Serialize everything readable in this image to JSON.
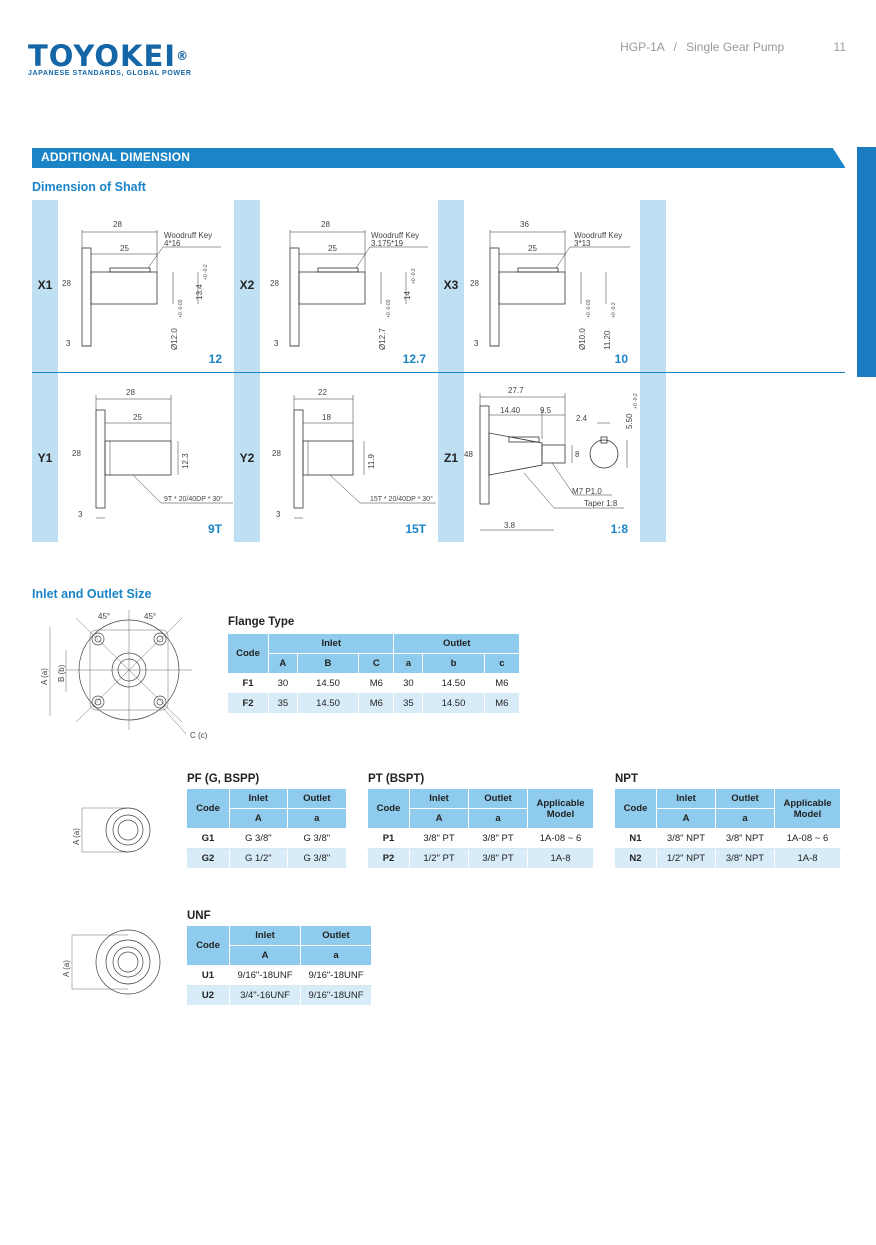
{
  "header": {
    "logo_text": "TOYOKEI",
    "logo_reg": "®",
    "logo_tagline": "JAPANESE STANDARDS, GLOBAL POWER",
    "model": "HGP-1A",
    "separator": "/",
    "product": "Single Gear Pump",
    "page_number": "11"
  },
  "section_title": "ADDITIONAL DIMENSION",
  "shaft": {
    "heading": "Dimension of Shaft",
    "cells": [
      {
        "code": "X1",
        "size": "12",
        "len": "28",
        "key_len": "25",
        "key_label": "Woodruff Key",
        "key_spec": "4*16",
        "dia": "28",
        "edge": "3",
        "dim1": "Ø12.0",
        "tol1": "+0 -0.02",
        "dim2": "13.4",
        "tol2": "+0 -0.2"
      },
      {
        "code": "X2",
        "size": "12.7",
        "len": "28",
        "key_len": "25",
        "key_label": "Woodruff Key",
        "key_spec": "3.175*19",
        "dia": "28",
        "edge": "3",
        "dim1": "Ø12.7",
        "tol1": "+0 -0.02",
        "dim2": "14",
        "tol2": "+0 -0.2"
      },
      {
        "code": "X3",
        "size": "10",
        "len": "36",
        "key_len": "25",
        "key_label": "Woodruff Key",
        "key_spec": "3*13",
        "dia": "28",
        "edge": "3",
        "dim1": "Ø10.0",
        "tol1": "+0 -0.02",
        "dim2": "11.20",
        "tol2": "+0 -0.2"
      },
      {
        "code": "Y1",
        "size": "9T",
        "len": "28",
        "key_len": "25",
        "dia": "28",
        "edge": "3",
        "dim2": "12.3",
        "spline": "9T * 20/40DP * 30°"
      },
      {
        "code": "Y2",
        "size": "15T",
        "len": "22",
        "key_len": "18",
        "dia": "28",
        "edge": "3",
        "dim2": "11.9",
        "spline": "15T * 20/40DP * 30°"
      },
      {
        "code": "Z1",
        "size": "1:8",
        "len": "27.7",
        "seg1": "14.40",
        "seg2": "9.5",
        "dia": "48",
        "edge": "3.8",
        "dim_8": "8",
        "key_w": "2.4",
        "key_h": "5.50",
        "tol_h": "+0 -0.2",
        "thread": "M7 P1.0",
        "taper": "Taper 1:8"
      }
    ]
  },
  "inlet_outlet": {
    "heading": "Inlet and Outlet Size",
    "flange_drawing": {
      "angle1": "45°",
      "angle2": "45°",
      "dim_a": "A (a)",
      "dim_b": "B (b)",
      "dim_c": "C (c)"
    },
    "round_drawing": {
      "dim_a": "A (a)"
    },
    "flange": {
      "title": "Flange Type",
      "head_code": "Code",
      "head_inlet": "Inlet",
      "head_outlet": "Outlet",
      "sub": [
        "A",
        "B",
        "C",
        "a",
        "b",
        "c"
      ],
      "rows": [
        [
          "F1",
          "30",
          "14.50",
          "M6",
          "30",
          "14.50",
          "M6"
        ],
        [
          "F2",
          "35",
          "14.50",
          "M6",
          "35",
          "14.50",
          "M6"
        ]
      ]
    },
    "pf": {
      "title": "PF (G, BSPP)",
      "head_code": "Code",
      "head_inlet": "Inlet",
      "head_outlet": "Outlet",
      "sub": [
        "A",
        "a"
      ],
      "rows": [
        [
          "G1",
          "G 3/8\"",
          "G 3/8\""
        ],
        [
          "G2",
          "G 1/2\"",
          "G 3/8\""
        ]
      ]
    },
    "pt": {
      "title": "PT (BSPT)",
      "head_code": "Code",
      "head_inlet": "Inlet",
      "head_outlet": "Outlet",
      "head_model": "Applicable Model",
      "sub": [
        "A",
        "a"
      ],
      "rows": [
        [
          "P1",
          "3/8\" PT",
          "3/8\" PT",
          "1A-08 ~ 6"
        ],
        [
          "P2",
          "1/2\" PT",
          "3/8\" PT",
          "1A-8"
        ]
      ]
    },
    "npt": {
      "title": "NPT",
      "head_code": "Code",
      "head_inlet": "Inlet",
      "head_outlet": "Outlet",
      "head_model": "Applicable Model",
      "sub": [
        "A",
        "a"
      ],
      "rows": [
        [
          "N1",
          "3/8\" NPT",
          "3/8\" NPT",
          "1A-08 ~ 6"
        ],
        [
          "N2",
          "1/2\" NPT",
          "3/8\" NPT",
          "1A-8"
        ]
      ]
    },
    "unf": {
      "title": "UNF",
      "head_code": "Code",
      "head_inlet": "Inlet",
      "head_outlet": "Outlet",
      "sub": [
        "A",
        "a"
      ],
      "rows": [
        [
          "U1",
          "9/16\"-18UNF",
          "9/16\"-18UNF"
        ],
        [
          "U2",
          "3/4\"-16UNF",
          "9/16\"-18UNF"
        ]
      ]
    }
  },
  "colors": {
    "brand": "#1566a6",
    "accent": "#1a84c7",
    "table_head": "#8fcbec",
    "row_alt": "#d8ecf8"
  }
}
